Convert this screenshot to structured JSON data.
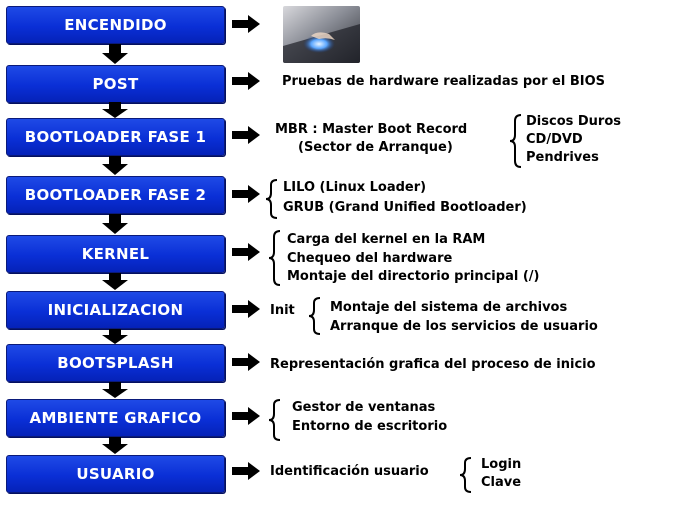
{
  "stages": [
    {
      "label": "ENCENDIDO"
    },
    {
      "label": "POST"
    },
    {
      "label": "BOOTLOADER FASE 1"
    },
    {
      "label": "BOOTLOADER FASE 2"
    },
    {
      "label": "KERNEL"
    },
    {
      "label": "INICIALIZACION"
    },
    {
      "label": "BOOTSPLASH"
    },
    {
      "label": "AMBIENTE GRAFICO"
    },
    {
      "label": "USUARIO"
    }
  ],
  "post": {
    "text": "Pruebas de hardware realizadas por el BIOS"
  },
  "bootloader1": {
    "line1": "MBR : Master Boot Record",
    "line2": "(Sector de Arranque)",
    "devices": [
      "Discos Duros",
      "CD/DVD",
      "Pendrives"
    ]
  },
  "bootloader2": {
    "items": [
      "LILO (Linux Loader)",
      "GRUB (Grand Unified Bootloader)"
    ]
  },
  "kernel": {
    "items": [
      "Carga del kernel en la RAM",
      "Chequeo del hardware",
      "Montaje del directorio principal (/)"
    ]
  },
  "init": {
    "label": "Init",
    "items": [
      "Montaje del sistema de archivos",
      "Arranque de los servicios de usuario"
    ]
  },
  "bootsplash": {
    "text": "Representación grafica del proceso de inicio"
  },
  "graphic": {
    "items": [
      "Gestor de ventanas",
      "Entorno de escritorio"
    ]
  },
  "user": {
    "label": "Identificación usuario",
    "items": [
      "Login",
      "Clave"
    ]
  },
  "colors": {
    "box": "#0a2fd6",
    "box_border": "#0a1a7a",
    "text": "#000000",
    "box_text": "#ffffff"
  },
  "icons": {
    "down": "down-arrow-icon",
    "right": "right-arrow-icon",
    "brace": "curly-brace-icon",
    "photo": "power-button-photo"
  }
}
